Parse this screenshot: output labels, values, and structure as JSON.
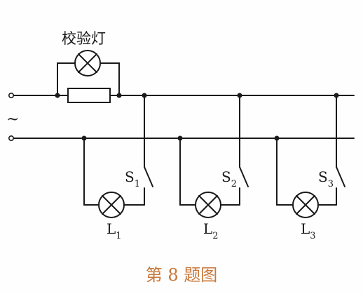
{
  "diagram": {
    "test_lamp_label": "校验灯",
    "ac_symbol": "~",
    "branches": [
      {
        "switch_label": "S",
        "switch_sub": "1",
        "lamp_label": "L",
        "lamp_sub": "1"
      },
      {
        "switch_label": "S",
        "switch_sub": "2",
        "lamp_label": "L",
        "lamp_sub": "2"
      },
      {
        "switch_label": "S",
        "switch_sub": "3",
        "lamp_label": "L",
        "lamp_sub": "3"
      }
    ],
    "caption": "第 8 题图",
    "colors": {
      "line": "#1a1a1a",
      "caption": "#c8783a"
    }
  }
}
